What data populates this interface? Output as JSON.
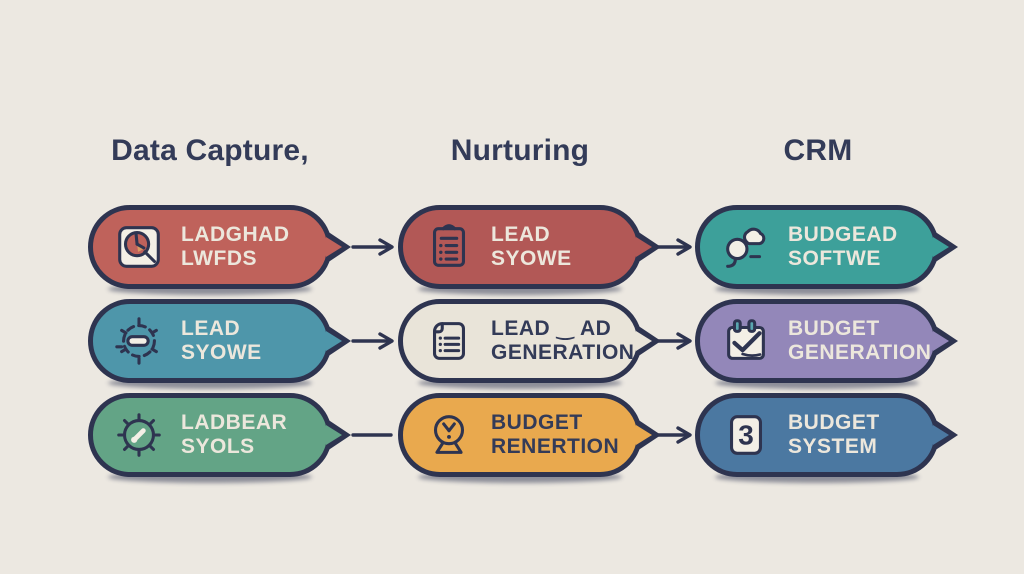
{
  "background_color": "#ece8e1",
  "ink_color": "#2e3450",
  "columns": [
    {
      "header": "Data Capture,",
      "items": [
        {
          "icon": "magnifier-chart-icon",
          "line1": "LADGHAD",
          "line2": "LWFDS",
          "fill": "#bf625b",
          "text_color": "#ece7dc"
        },
        {
          "icon": "gauge-dial-icon",
          "line1": "LEAD",
          "line2": "SYOWE",
          "fill": "#4e96aa",
          "text_color": "#ece7dc"
        },
        {
          "icon": "meter-sun-icon",
          "line1": "LADBEAR",
          "line2": "SYOLS",
          "fill": "#63a486",
          "text_color": "#ece7dc"
        }
      ]
    },
    {
      "header": "Nurturing",
      "items": [
        {
          "icon": "clipboard-list-icon",
          "line1": "LEAD",
          "line2": "SYOWE",
          "fill": "#b25856",
          "text_color": "#ece7dc"
        },
        {
          "icon": "document-list-icon",
          "line1": "LEAD ‿ AD",
          "line2": "GENERATION",
          "fill": "#e9e4d9",
          "text_color": "#333b58"
        },
        {
          "icon": "webcam-clock-icon",
          "line1": "BUDGET",
          "line2": "RENERTION",
          "fill": "#e9a94e",
          "text_color": "#333b58"
        }
      ]
    },
    {
      "header": "CRM",
      "items": [
        {
          "icon": "cloud-chat-icon",
          "line1": "BUDGEAD",
          "line2": "SOFTWE",
          "fill": "#3da09a",
          "text_color": "#ece7dc"
        },
        {
          "icon": "calendar-check-icon",
          "line1": "BUDGET",
          "line2": "GENERATION",
          "fill": "#9387b9",
          "text_color": "#ece7dc"
        },
        {
          "icon": "three-badge-icon",
          "line1": "BUDGET",
          "line2": "SYSTEM",
          "fill": "#4b78a1",
          "text_color": "#ece7dc"
        }
      ]
    }
  ],
  "connectors": [
    {
      "from": "column-1-row-1",
      "to": "column-2-row-1",
      "type": "arrow"
    },
    {
      "from": "column-1-row-2",
      "to": "column-2-row-2",
      "type": "arrow"
    },
    {
      "from": "column-1-row-3",
      "to": "column-2-row-3",
      "type": "line"
    },
    {
      "from": "column-2-row-1",
      "to": "column-3-row-1",
      "type": "arrow"
    },
    {
      "from": "column-2-row-2",
      "to": "column-3-row-2",
      "type": "arrow"
    },
    {
      "from": "column-2-row-3",
      "to": "column-3-row-3",
      "type": "arrow"
    }
  ]
}
